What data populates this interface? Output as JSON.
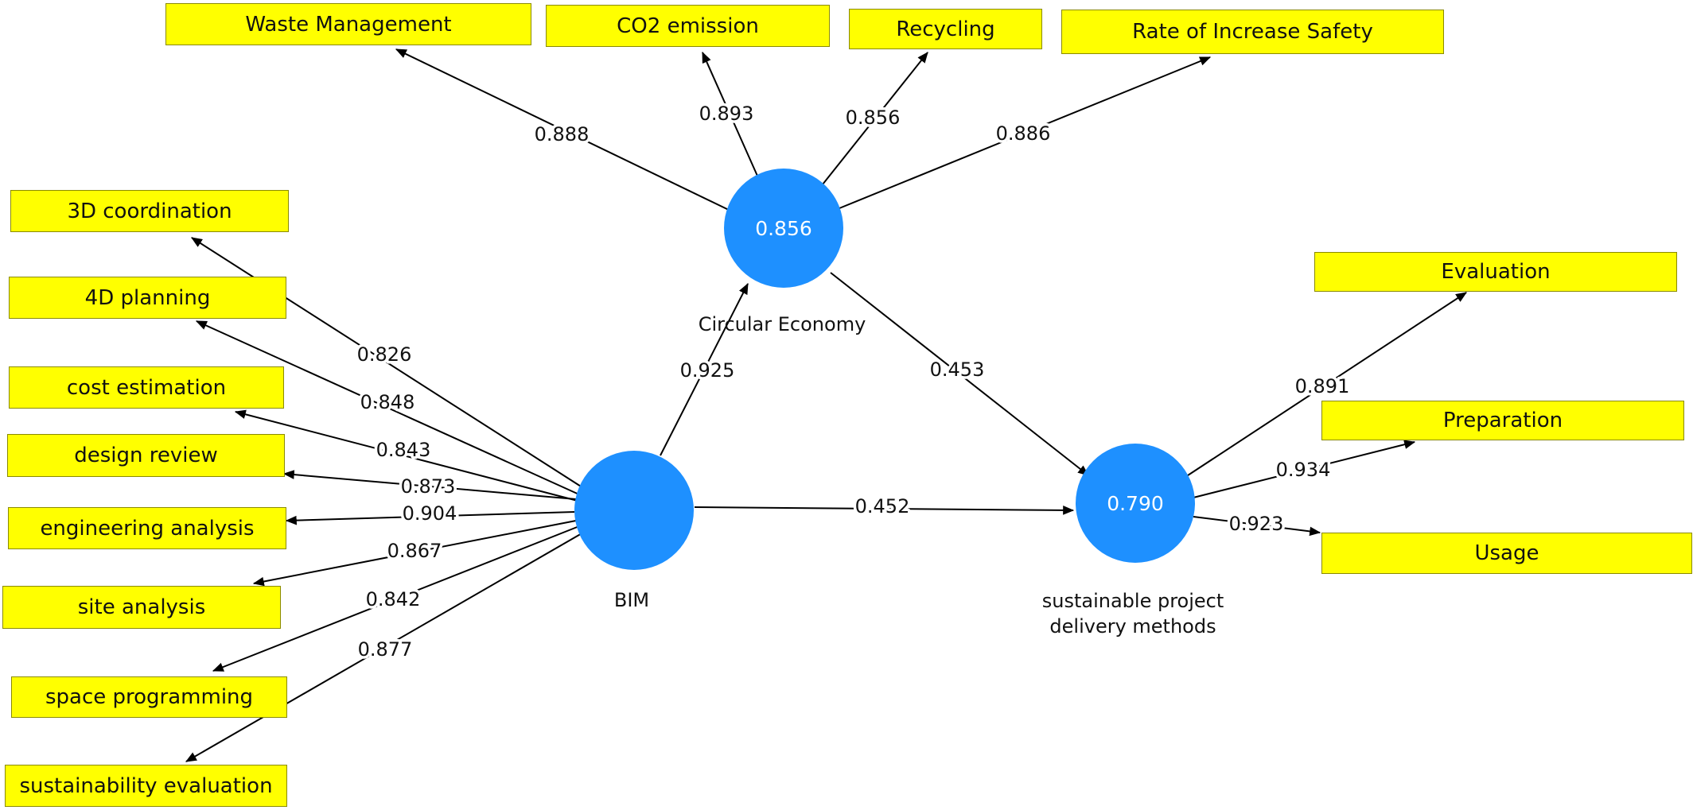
{
  "constructs": {
    "bim": {
      "label": "BIM",
      "value": ""
    },
    "circular_economy": {
      "label": "Circular Economy",
      "value": "0.856"
    },
    "spdm": {
      "label_line1": "sustainable project",
      "label_line2": "delivery methods",
      "value": "0.790"
    }
  },
  "indicators": {
    "waste_management": "Waste Management",
    "co2_emission": "CO2 emission",
    "recycling": "Recycling",
    "rate_of_increase_safety": "Rate of Increase Safety",
    "coordination_3d": "3D coordination",
    "planning_4d": "4D planning",
    "cost_estimation": "cost estimation",
    "design_review": "design review",
    "engineering_analysis": "engineering analysis",
    "site_analysis": "site analysis",
    "space_programming": "space programming",
    "sustainability_evaluation": "sustainability evaluation",
    "evaluation": "Evaluation",
    "preparation": "Preparation",
    "usage": "Usage"
  },
  "loadings": {
    "waste_management": "0.888",
    "co2_emission": "0.893",
    "recycling": "0.856",
    "rate_of_increase_safety": "0.886",
    "coordination_3d": "0.826",
    "planning_4d": "0.848",
    "cost_estimation": "0.843",
    "design_review": "0.873",
    "engineering_analysis": "0.904",
    "site_analysis": "0.867",
    "space_programming": "0.842",
    "sustainability_evaluation": "0.877",
    "evaluation": "0.891",
    "preparation": "0.934",
    "usage": "0.923"
  },
  "paths": {
    "bim_to_ce": "0.925",
    "ce_to_spdm": "0.453",
    "bim_to_spdm": "0.452"
  }
}
